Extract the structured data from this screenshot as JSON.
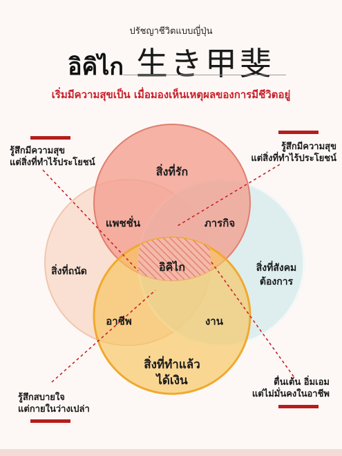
{
  "header": {
    "subtitle": "ปรัชญาชีวิตแบบญี่ปุ่น",
    "title_thai": "อิคิไก",
    "title_japanese": "生き甲斐",
    "tagline": "เริ่มมีความสุขเป็น เมื่อมองเห็นเหตุผลของการมีชีวิตอยู่"
  },
  "venn": {
    "circles": {
      "top": "สิ่งที่รัก",
      "left": "สิ่งที่ถนัด",
      "right_line1": "สิ่งที่สังคม",
      "right_line2": "ต้องการ",
      "bottom_line1": "สิ่งที่ทำแล้ว",
      "bottom_line2": "ได้เงิน"
    },
    "overlaps": {
      "passion": "แพชชั่น",
      "mission": "ภารกิจ",
      "profession": "อาชีพ",
      "vocation": "งาน",
      "center": "อิคิไก"
    },
    "colors": {
      "top": "#f2a091",
      "left": "#f9dccb",
      "right": "#d3ebeb",
      "bottom": "#f7c45e",
      "accent": "#c8202a"
    }
  },
  "notes": {
    "top_left_line1": "รู้สึกมีความสุข",
    "top_left_line2": "แต่สิ่งที่ทำไร้ประโยชน์",
    "top_right_line1": "รู้สึกมีความสุข",
    "top_right_line2": "แต่สิ่งที่ทำไร้ประโยชน์",
    "bottom_left_line1": "รู้สึกสบายใจ",
    "bottom_left_line2": "แต่กายในว่างเปล่า",
    "bottom_right_line1": "ตื่นเต้น อิ่มเอม",
    "bottom_right_line2": "แต่ไม่มั่นคงในอาชีพ"
  }
}
